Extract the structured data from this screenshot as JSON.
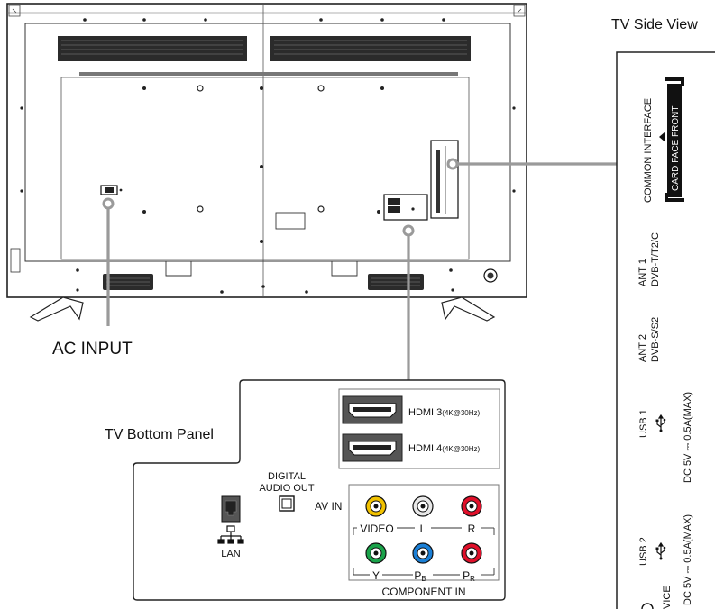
{
  "side_view": {
    "title": "TV Side View",
    "common_interface": "COMMON INTERFACE",
    "card_face_front": "CARD FACE FRONT",
    "ant1_name": "ANT 1",
    "ant1_std": "DVB-T/T2/C",
    "ant2_name": "ANT 2",
    "ant2_std": "DVB-S/S2",
    "usb1": "USB 1",
    "usb1_power": "DC 5V ⎓ 0.5A(MAX)",
    "usb2": "USB 2",
    "usb2_power": "DC 5V ⎓ 0.5A(MAX)",
    "partial_label": "VICE"
  },
  "back_labels": {
    "ac_input": "AC INPUT"
  },
  "bottom_panel": {
    "title": "TV Bottom Panel",
    "hdmi3_main": "HDMI 3",
    "hdmi3_note": "(4K@30Hz)",
    "hdmi4_main": "HDMI 4",
    "hdmi4_note": "(4K@30Hz)",
    "digital_audio_line1": "DIGITAL",
    "digital_audio_line2": "AUDIO OUT",
    "av_in": "AV IN",
    "video": "VIDEO",
    "l": "L",
    "r": "R",
    "y": "Y",
    "pb_main": "P",
    "pb_sub": "B",
    "pr_main": "P",
    "pr_sub": "R",
    "lan": "LAN",
    "component_in": "COMPONENT IN"
  },
  "colors": {
    "rca_yellow": "#f2c200",
    "rca_white": "#e8e8e8",
    "rca_red": "#e0102a",
    "rca_green": "#1aa34a",
    "rca_blue": "#1a7fd6",
    "callout_line": "#9a9a9a",
    "outline": "#222222"
  }
}
